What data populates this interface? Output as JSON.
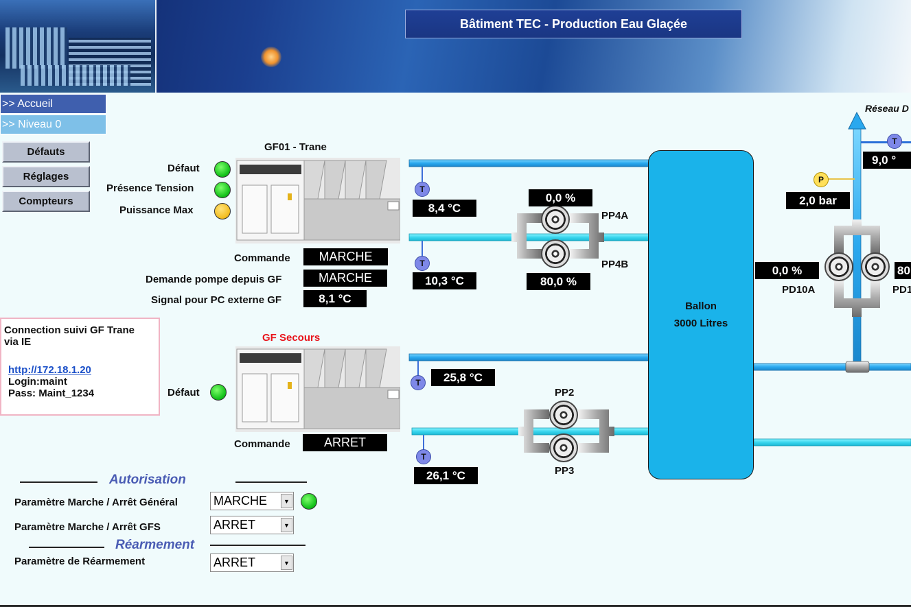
{
  "header": {
    "title": "Bâtiment TEC - Production Eau Glaçée"
  },
  "nav": {
    "accueil": ">> Accueil",
    "niveau": ">> Niveau 0"
  },
  "menu": {
    "defauts": "Défauts",
    "reglages": "Réglages",
    "compteurs": "Compteurs"
  },
  "gf01": {
    "title": "GF01 - Trane",
    "defaut_label": "Défaut",
    "presence_label": "Présence Tension",
    "puissance_label": "Puissance Max",
    "commande_label": "Commande",
    "commande_value": "MARCHE",
    "demande_label": "Demande pompe depuis GF",
    "demande_value": "MARCHE",
    "signal_label": "Signal pour PC externe GF",
    "signal_value": "8,1   °C",
    "status_colors": {
      "defaut": "#14c21b",
      "presence": "#14c21b",
      "puissance": "#f4bf23"
    }
  },
  "gf_secours": {
    "title": "GF Secours",
    "title_color": "#e8141b",
    "defaut_label": "Défaut",
    "commande_label": "Commande",
    "commande_value": "ARRET"
  },
  "info": {
    "line1": "Connection suivi GF Trane",
    "line2": "via IE",
    "link": "http://172.18.1.20",
    "login": "Login:maint",
    "pass": "Pass: Maint_1234"
  },
  "autorisation": {
    "title": "Autorisation",
    "marche_general_label": "Paramètre Marche / Arrêt Général",
    "marche_general_value": "MARCHE",
    "marche_gfs_label": "Paramètre Marche / Arrêt GFS",
    "marche_gfs_value": "ARRET"
  },
  "rearmement": {
    "title": "Réarmement",
    "label": "Paramètre de Réarmement",
    "value": "ARRET"
  },
  "diagram": {
    "temp_gf01_out": "8,4   °C",
    "temp_gf01_in": "10,3   °C",
    "temp_secours_out": "25,8   °C",
    "temp_secours_in": "26,1   °C",
    "pp4a_pct": "0,0   %",
    "pp4b_pct": "80,0   %",
    "pp4a_label": "PP4A",
    "pp4b_label": "PP4B",
    "pp2_label": "PP2",
    "pp3_label": "PP3",
    "ballon_line1": "Ballon",
    "ballon_line2": "3000 Litres",
    "pressure": "2,0   bar",
    "pd10a_pct": "0,0   %",
    "pd10a_label": "PD10A",
    "pd10b_pct": "80",
    "pd10b_label": "PD1",
    "reseau_label": "Réseau D",
    "temp_reseau": "9,0   °",
    "sensor_t": "T",
    "sensor_p": "P"
  }
}
